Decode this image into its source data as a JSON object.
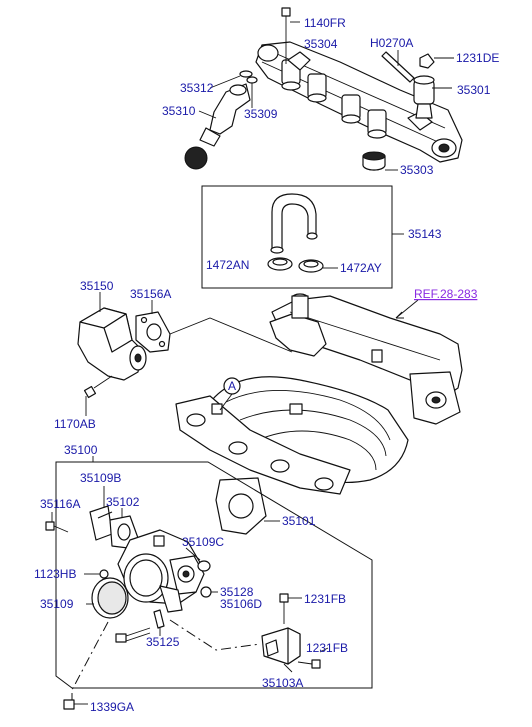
{
  "labels": {
    "p1140FR": "1140FR",
    "p35304": "35304",
    "pH0270A": "H0270A",
    "p1231DE": "1231DE",
    "p35312": "35312",
    "p35301": "35301",
    "p35310": "35310",
    "p35309": "35309",
    "p35303": "35303",
    "p35143": "35143",
    "p1472AN": "1472AN",
    "p1472AY": "1472AY",
    "p35150": "35150",
    "p35156A": "35156A",
    "ref": "REF.28-283",
    "p1170AB": "1170AB",
    "calloutA": "A",
    "p35100": "35100",
    "p35109B": "35109B",
    "p35116A": "35116A",
    "p35102": "35102",
    "p35101": "35101",
    "p35109C": "35109C",
    "p1123HB": "1123HB",
    "p35128": "35128",
    "p35106D": "35106D",
    "p1231FB_a": "1231FB",
    "p35109": "35109",
    "p35125": "35125",
    "p1231FB_b": "1231FB",
    "p35103A": "35103A",
    "p1339GA": "1339GA"
  },
  "colors": {
    "label": "#1a1aa8",
    "reference": "#8a2be2",
    "line": "#111111"
  }
}
